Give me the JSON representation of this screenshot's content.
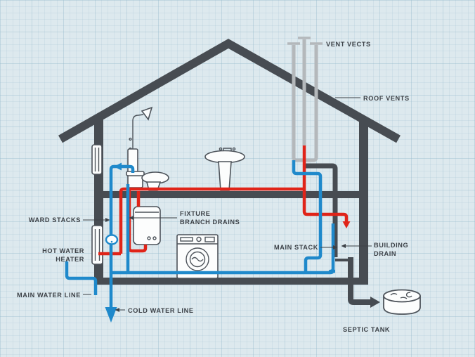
{
  "diagram": {
    "type": "house-plumbing-cross-section",
    "labels": {
      "vent_vects": "VENT VECTS",
      "roof_vents": "ROOF VENTS",
      "ward_stacks": "WARD STACKS",
      "fixture_branch_drains": {
        "line1": "FIXTURE",
        "line2": "BRANCH DRAINS"
      },
      "hot_water_heater": {
        "line1": "HOT WATER",
        "line2": "HEATER"
      },
      "main_water_line": "MAIN WATER LINE",
      "cold_water_line": "COLD WATER LINE",
      "main_stack": "MAIN STACK",
      "building_drain": {
        "line1": "BUILDING",
        "line2": "DRAIN"
      },
      "septic_tank": "SEPTIC TANK"
    },
    "colors": {
      "background": "#dde9ee",
      "grid": "#c7dbe4",
      "structure": "#474c52",
      "vent_gray": "#b4b8bb",
      "hot_water_red": "#e02419",
      "cold_water_blue": "#1f89cb",
      "label_text": "#3c4147",
      "fixture_outline": "#4d535a",
      "white": "#fcfdfd"
    }
  }
}
